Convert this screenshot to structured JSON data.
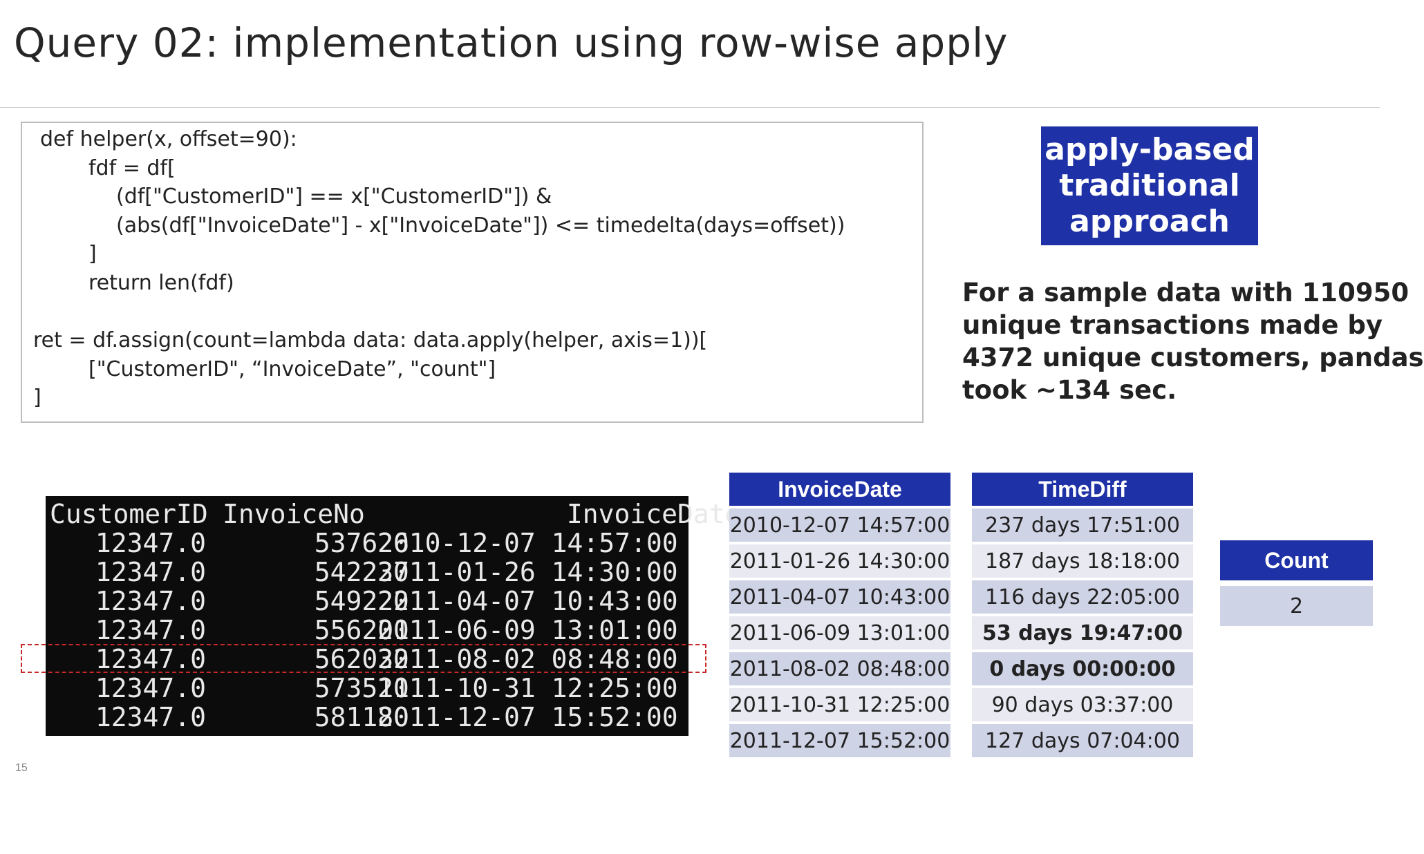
{
  "slide": {
    "title": "Query 02: implementation using row-wise apply",
    "page_number": "15"
  },
  "code": {
    "lines": [
      "def helper(x, offset=90):",
      "fdf = df[",
      "(df[\"CustomerID\"] == x[\"CustomerID\"]) &",
      "(abs(df[\"InvoiceDate\"] - x[\"InvoiceDate\"]) <= timedelta(days=offset))",
      "]",
      "return len(fdf)",
      "ret = df.assign(count=lambda data: data.apply(helper, axis=1))[",
      "[\"CustomerID\", “InvoiceDate”, \"count\"]",
      "]"
    ]
  },
  "badge": {
    "lines": [
      "apply-based",
      "traditional",
      "approach"
    ]
  },
  "description": {
    "lines": [
      "For a sample data with 110950",
      "unique transactions made by",
      "4372 unique customers, pandas",
      "took ~134 sec."
    ]
  },
  "terminal": {
    "headers": [
      "CustomerID",
      "InvoiceNo",
      "InvoiceDate"
    ],
    "rows": [
      [
        "12347.0",
        "537626",
        "2010-12-07 14:57:00"
      ],
      [
        "12347.0",
        "542237",
        "2011-01-26 14:30:00"
      ],
      [
        "12347.0",
        "549222",
        "2011-04-07 10:43:00"
      ],
      [
        "12347.0",
        "556201",
        "2011-06-09 13:01:00"
      ],
      [
        "12347.0",
        "562032",
        "2011-08-02 08:48:00"
      ],
      [
        "12347.0",
        "573511",
        "2011-10-31 12:25:00"
      ],
      [
        "12347.0",
        "581180",
        "2011-12-07 15:52:00"
      ]
    ],
    "highlighted_row": 4,
    "highlight_color": "#c62828"
  },
  "invoice_table": {
    "header": "InvoiceDate",
    "rows": [
      "2010-12-07 14:57:00",
      "2011-01-26 14:30:00",
      "2011-04-07 10:43:00",
      "2011-06-09 13:01:00",
      "2011-08-02 08:48:00",
      "2011-10-31 12:25:00",
      "2011-12-07 15:52:00"
    ]
  },
  "timediff_table": {
    "header": "TimeDiff",
    "rows": [
      "237 days 17:51:00",
      "187 days 18:18:00",
      "116 days 22:05:00",
      "53 days 19:47:00",
      "0 days 00:00:00",
      "90 days 03:37:00",
      "127 days 07:04:00"
    ],
    "bold_rows": [
      3,
      4
    ]
  },
  "count_table": {
    "header": "Count",
    "rows": [
      "2"
    ]
  },
  "colors": {
    "header_blue": "#1f31a6",
    "row_dark": "#cfd3e6",
    "row_light": "#e8e9f1"
  }
}
